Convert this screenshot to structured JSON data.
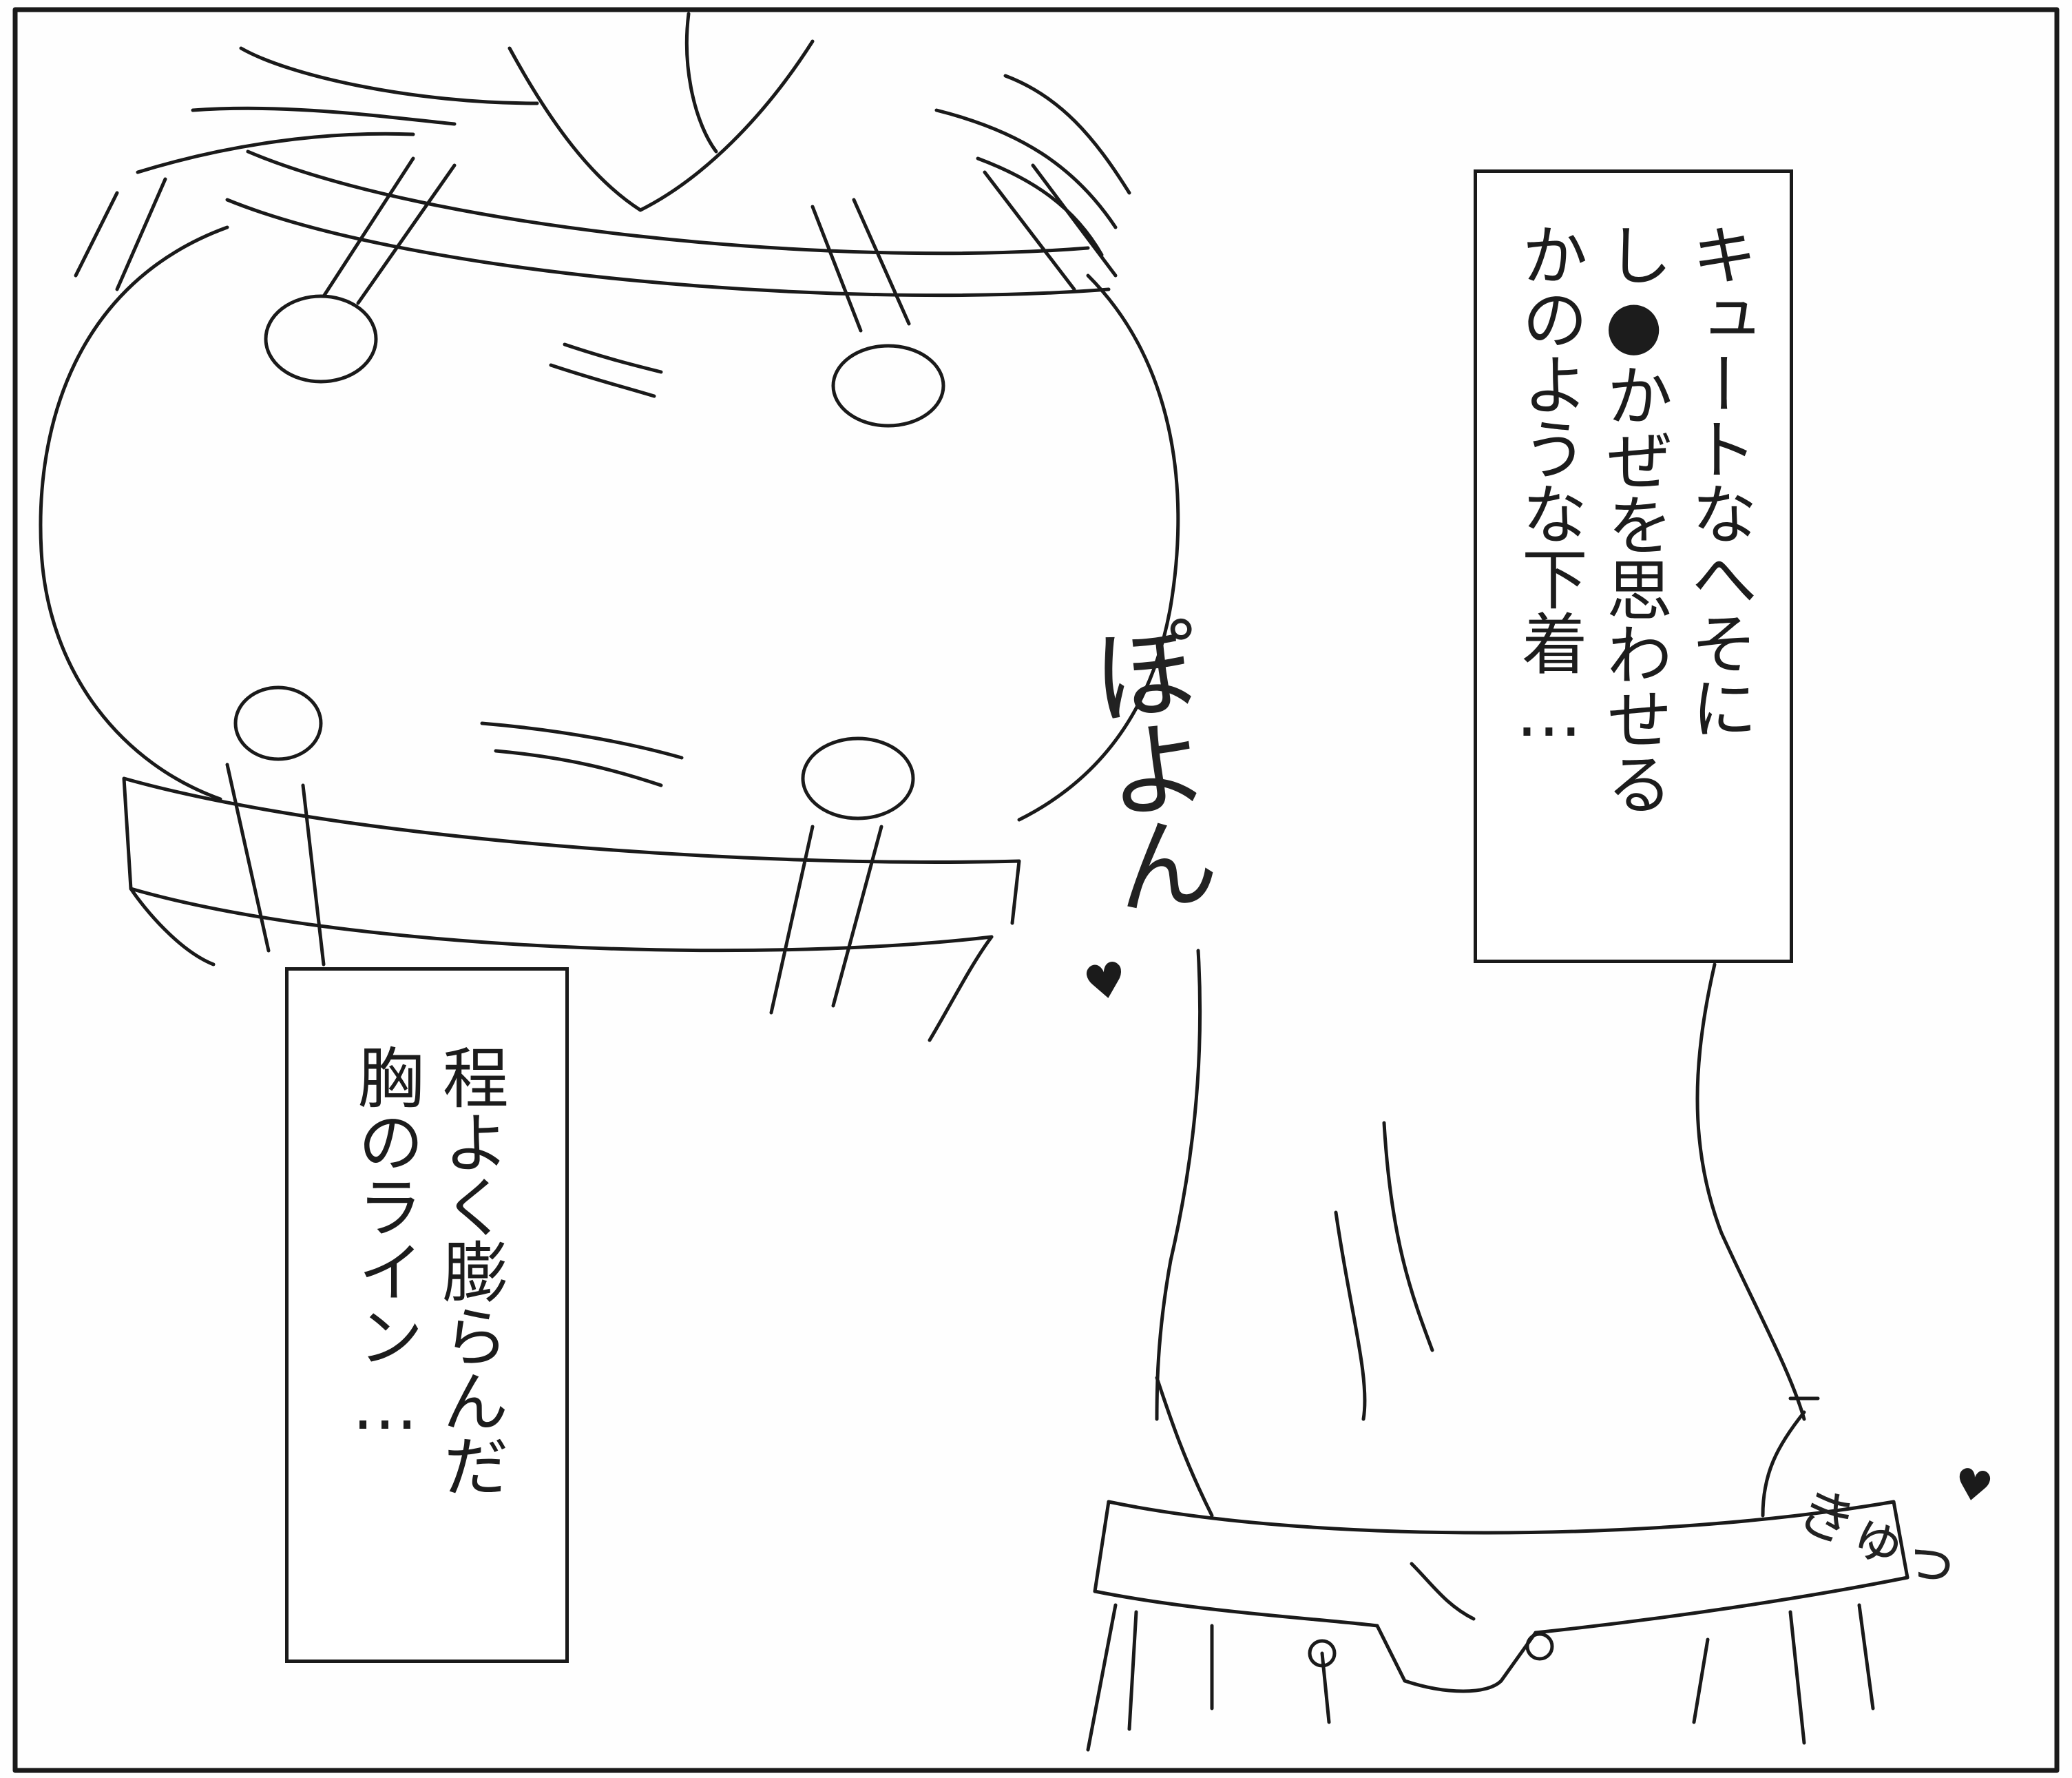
{
  "captions": {
    "right": {
      "lines": [
        "キュートなへそに",
        "し●かぜを思わせる",
        "かのような下着…"
      ]
    },
    "left": {
      "lines": [
        "程よく膨らんだ",
        "胸のライン…"
      ]
    }
  },
  "sound_effects": {
    "poyon": "ぽよん",
    "kyu": "きゅっ",
    "heart_glyph": "♥"
  },
  "colors": {
    "ink": "#1a1a1a",
    "paper": "#fefefe"
  }
}
